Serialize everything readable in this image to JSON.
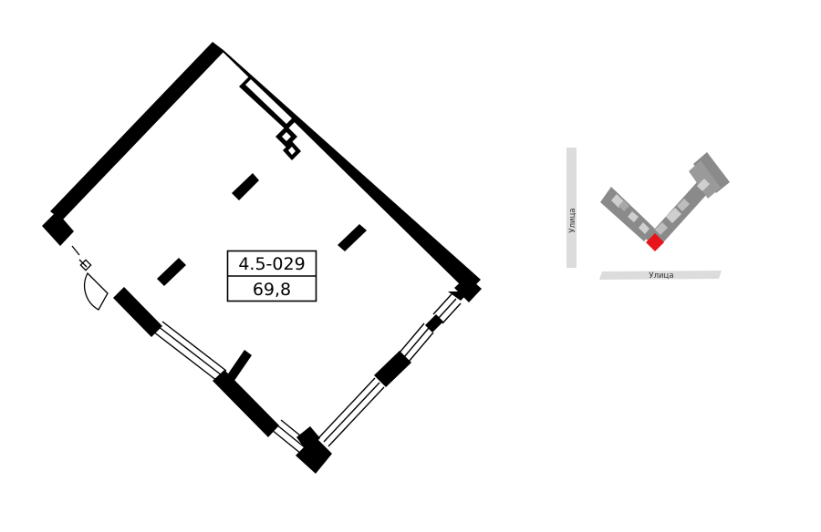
{
  "unit": {
    "id": "4.5-029",
    "area": "69,8"
  },
  "location_map": {
    "street_vertical": "Улица",
    "street_horizontal": "Улица",
    "colors": {
      "street": "#dcdcdc",
      "street_text": "#333333",
      "building_dark": "#8a8a8a",
      "building_light": "#cfcfcf",
      "highlight": "#e8141b"
    }
  },
  "colors": {
    "wall": "#000000",
    "background": "#ffffff"
  }
}
